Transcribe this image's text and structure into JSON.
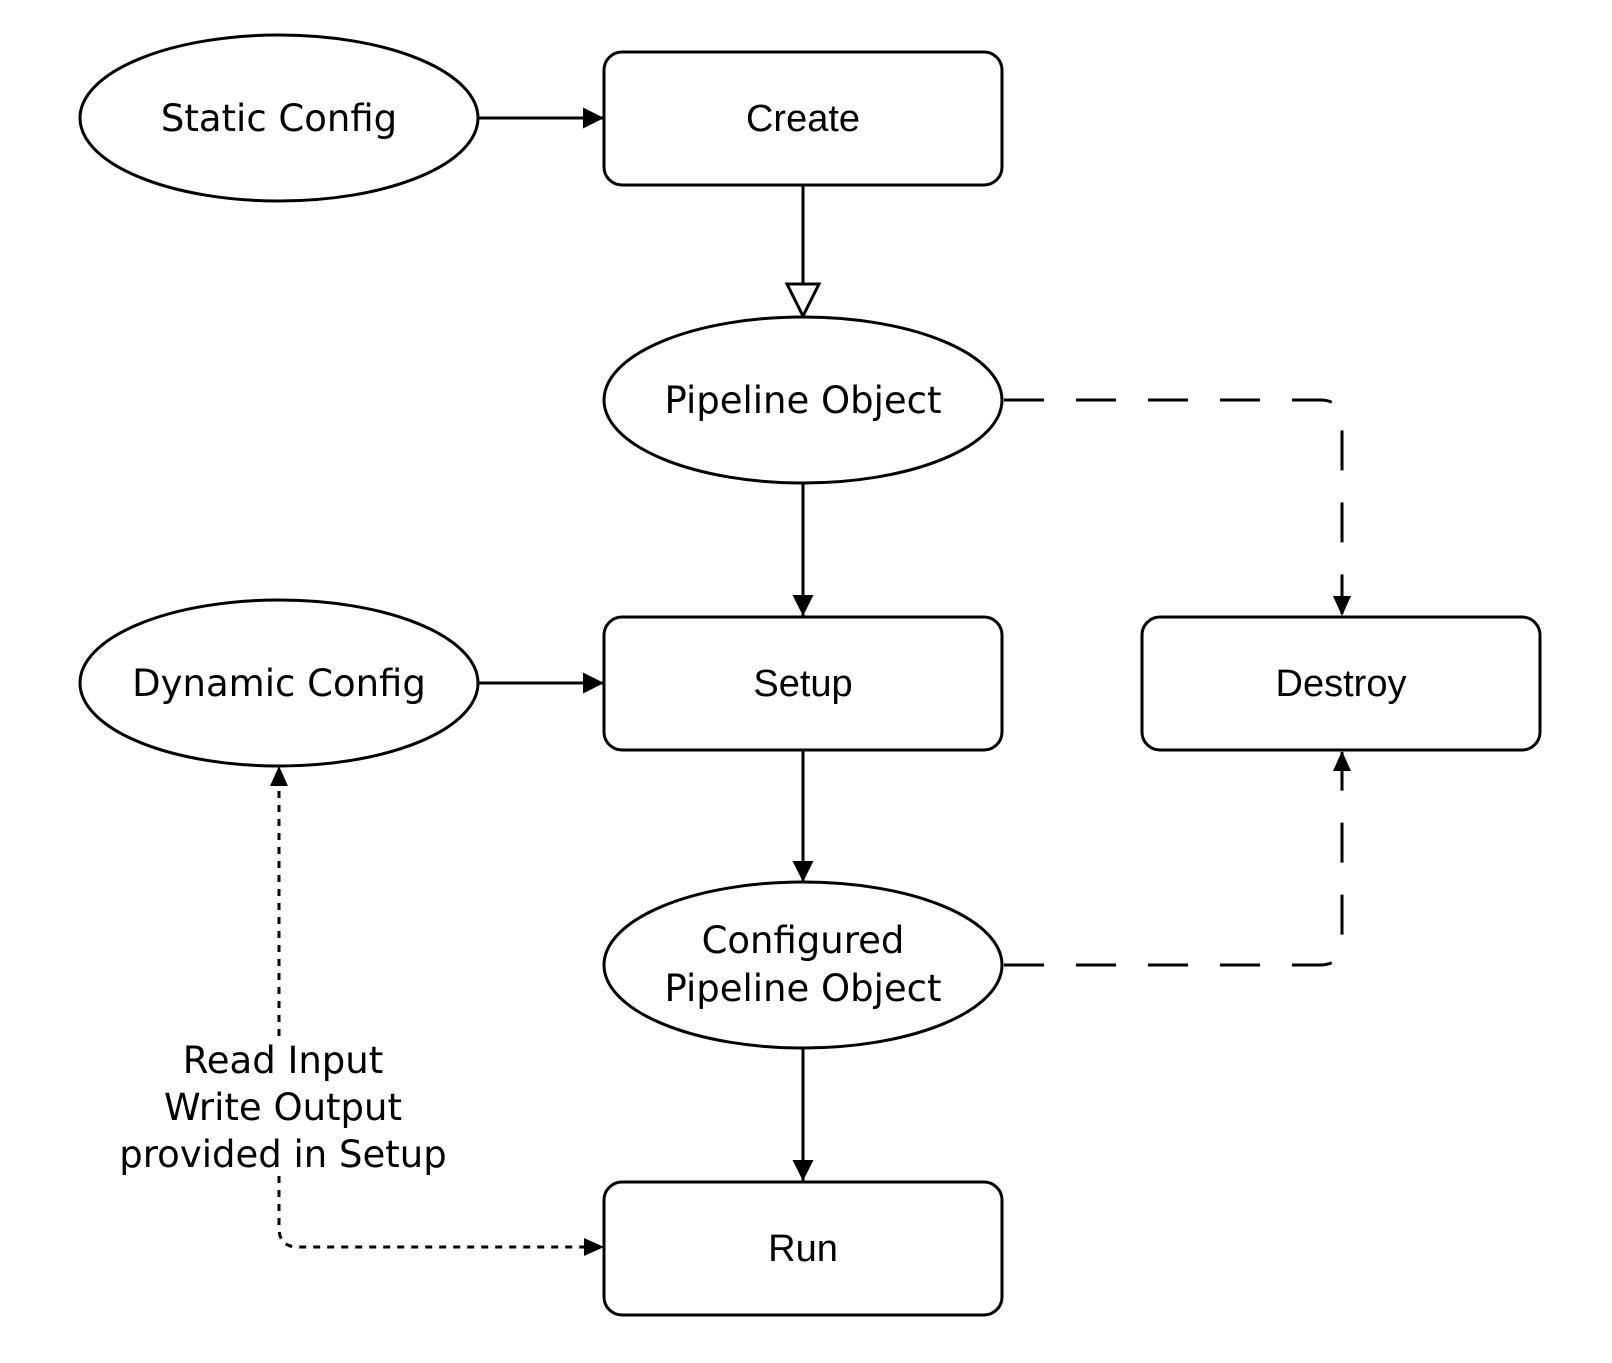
{
  "diagram": {
    "nodes": {
      "static_config": {
        "label": "Static Config",
        "shape": "ellipse"
      },
      "create": {
        "label": "Create",
        "shape": "rounded-rect"
      },
      "pipeline_object": {
        "label": "Pipeline Object",
        "shape": "ellipse"
      },
      "dynamic_config": {
        "label": "Dynamic Config",
        "shape": "ellipse"
      },
      "setup": {
        "label": "Setup",
        "shape": "rounded-rect"
      },
      "destroy": {
        "label": "Destroy",
        "shape": "rounded-rect"
      },
      "configured_pipeline_object": {
        "line1": "Configured",
        "line2": "Pipeline Object",
        "shape": "ellipse"
      },
      "run": {
        "label": "Run",
        "shape": "rounded-rect"
      }
    },
    "edge_label": {
      "line1": "Read Input",
      "line2": "Write Output",
      "line3": "provided in Setup"
    },
    "edges": [
      {
        "from": "static_config",
        "to": "create",
        "style": "solid"
      },
      {
        "from": "create",
        "to": "pipeline_object",
        "style": "solid-hollow-arrow"
      },
      {
        "from": "pipeline_object",
        "to": "setup",
        "style": "solid"
      },
      {
        "from": "pipeline_object",
        "to": "destroy",
        "style": "dashed"
      },
      {
        "from": "dynamic_config",
        "to": "setup",
        "style": "solid"
      },
      {
        "from": "setup",
        "to": "configured_pipeline_object",
        "style": "solid"
      },
      {
        "from": "configured_pipeline_object",
        "to": "destroy",
        "style": "dashed"
      },
      {
        "from": "configured_pipeline_object",
        "to": "run",
        "style": "solid"
      },
      {
        "from": "run",
        "to": "dynamic_config",
        "style": "dotted",
        "label_ref": "edge_label"
      }
    ],
    "colors": {
      "stroke": "#000000",
      "fill": "#ffffff",
      "text": "#000000"
    }
  }
}
